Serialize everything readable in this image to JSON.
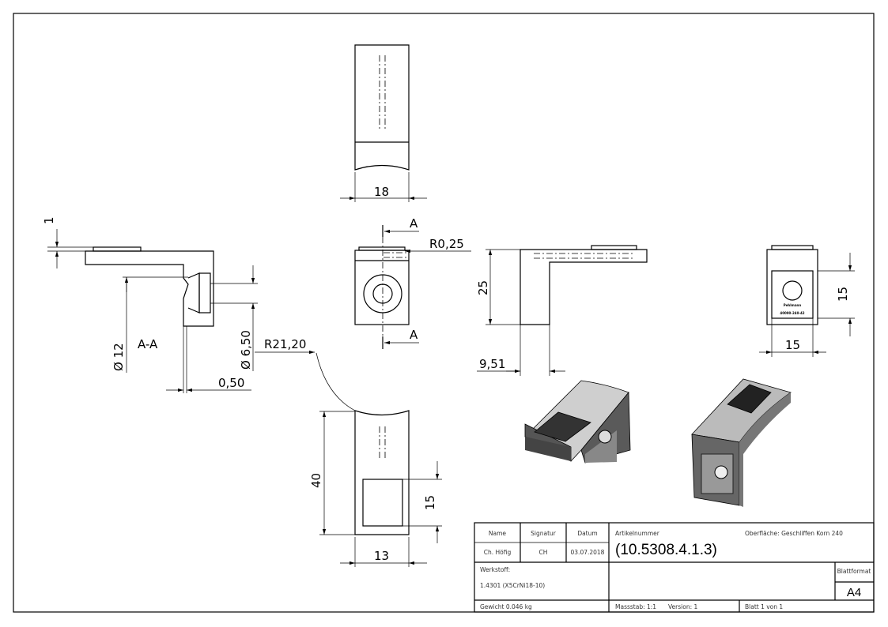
{
  "drawing": {
    "dimensions": {
      "top_width": "18",
      "section_label_top": "A",
      "section_label_bottom": "A",
      "radius_small": "R0,25",
      "height_side": "25",
      "offset_side": "9,51",
      "right_height": "15",
      "right_width": "15",
      "section_thickness": "1",
      "section_bore": "Ø 12",
      "section_title": "A-A",
      "section_hole": "Ø 6,50",
      "section_recess": "0,50",
      "radius_large": "R21,20",
      "bottom_length": "40",
      "bottom_pocket": "15",
      "bottom_width": "13"
    },
    "engraving": [
      "Pehlmann",
      "40000-240-42"
    ]
  },
  "title_block": {
    "name_header": "Name",
    "signatur_header": "Signatur",
    "datum_header": "Datum",
    "name": "Ch. Höfig",
    "signatur": "CH",
    "datum": "03.07.2018",
    "artikelnummer_label": "Artikelnummer",
    "artikelnummer": "(10.5308.4.1.3)",
    "oberflaeche": "Oberfläche:  Geschliffen Korn 240",
    "werkstoff_label": "Werkstoff:",
    "werkstoff": "1.4301 (X5CrNi18-10)",
    "blattformat_label": "Blattformat",
    "blattformat": "A4",
    "gewicht": "Gewicht 0.046 kg",
    "massstab": "Massstab: 1:1",
    "version": "Version: 1",
    "blatt": "Blatt 1 von 1"
  }
}
